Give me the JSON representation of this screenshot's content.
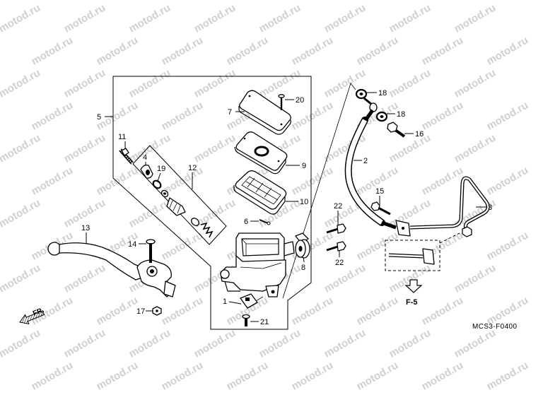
{
  "callouts": [
    "5",
    "7",
    "20",
    "11",
    "4",
    "19",
    "12",
    "9",
    "10",
    "6",
    "22",
    "22",
    "8",
    "1",
    "21",
    "13",
    "14",
    "17",
    "18",
    "18",
    "16",
    "2",
    "15",
    "3"
  ],
  "direction_label": "FR.",
  "reference_label": "F-5",
  "figure_code": "MCS3-F0400",
  "watermark": "motod.ru"
}
